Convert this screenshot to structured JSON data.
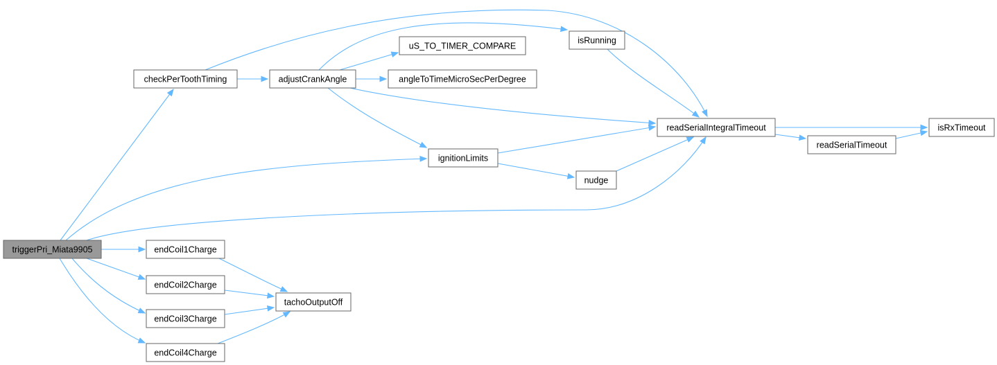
{
  "nodes": [
    {
      "id": "triggerPri_Miata9905",
      "label": "triggerPri_Miata9905",
      "root": true
    },
    {
      "id": "checkPerToothTiming",
      "label": "checkPerToothTiming"
    },
    {
      "id": "adjustCrankAngle",
      "label": "adjustCrankAngle"
    },
    {
      "id": "uS_TO_TIMER_COMPARE",
      "label": "uS_TO_TIMER_COMPARE"
    },
    {
      "id": "angleToTimeMicroSecPerDegree",
      "label": "angleToTimeMicroSecPerDegree"
    },
    {
      "id": "isRunning",
      "label": "isRunning"
    },
    {
      "id": "readSerialIntegralTimeout",
      "label": "readSerialIntegralTimeout"
    },
    {
      "id": "isRxTimeout",
      "label": "isRxTimeout"
    },
    {
      "id": "readSerialTimeout",
      "label": "readSerialTimeout"
    },
    {
      "id": "ignitionLimits",
      "label": "ignitionLimits"
    },
    {
      "id": "nudge",
      "label": "nudge"
    },
    {
      "id": "endCoil1Charge",
      "label": "endCoil1Charge"
    },
    {
      "id": "endCoil2Charge",
      "label": "endCoil2Charge"
    },
    {
      "id": "endCoil3Charge",
      "label": "endCoil3Charge"
    },
    {
      "id": "endCoil4Charge",
      "label": "endCoil4Charge"
    },
    {
      "id": "tachoOutputOff",
      "label": "tachoOutputOff"
    }
  ],
  "edges": [
    {
      "from": "triggerPri_Miata9905",
      "to": "checkPerToothTiming"
    },
    {
      "from": "triggerPri_Miata9905",
      "to": "ignitionLimits"
    },
    {
      "from": "triggerPri_Miata9905",
      "to": "readSerialIntegralTimeout"
    },
    {
      "from": "triggerPri_Miata9905",
      "to": "endCoil1Charge"
    },
    {
      "from": "triggerPri_Miata9905",
      "to": "endCoil2Charge"
    },
    {
      "from": "triggerPri_Miata9905",
      "to": "endCoil3Charge"
    },
    {
      "from": "triggerPri_Miata9905",
      "to": "endCoil4Charge"
    },
    {
      "from": "checkPerToothTiming",
      "to": "adjustCrankAngle"
    },
    {
      "from": "checkPerToothTiming",
      "to": "readSerialIntegralTimeout"
    },
    {
      "from": "adjustCrankAngle",
      "to": "uS_TO_TIMER_COMPARE"
    },
    {
      "from": "adjustCrankAngle",
      "to": "angleToTimeMicroSecPerDegree"
    },
    {
      "from": "adjustCrankAngle",
      "to": "isRunning"
    },
    {
      "from": "adjustCrankAngle",
      "to": "readSerialIntegralTimeout"
    },
    {
      "from": "adjustCrankAngle",
      "to": "ignitionLimits"
    },
    {
      "from": "isRunning",
      "to": "readSerialIntegralTimeout"
    },
    {
      "from": "ignitionLimits",
      "to": "readSerialIntegralTimeout"
    },
    {
      "from": "ignitionLimits",
      "to": "nudge"
    },
    {
      "from": "nudge",
      "to": "readSerialIntegralTimeout"
    },
    {
      "from": "readSerialIntegralTimeout",
      "to": "isRxTimeout"
    },
    {
      "from": "readSerialIntegralTimeout",
      "to": "readSerialTimeout"
    },
    {
      "from": "readSerialTimeout",
      "to": "isRxTimeout"
    },
    {
      "from": "endCoil1Charge",
      "to": "tachoOutputOff"
    },
    {
      "from": "endCoil2Charge",
      "to": "tachoOutputOff"
    },
    {
      "from": "endCoil3Charge",
      "to": "tachoOutputOff"
    },
    {
      "from": "endCoil4Charge",
      "to": "tachoOutputOff"
    }
  ],
  "colors": {
    "edge": "#63b8ff",
    "node_border": "#666666",
    "root_fill": "#999999",
    "node_fill": "#ffffff"
  }
}
